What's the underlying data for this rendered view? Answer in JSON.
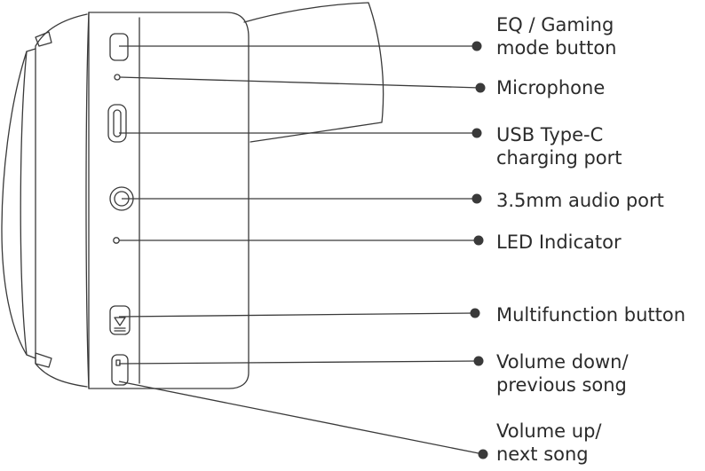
{
  "diagram": {
    "colors": {
      "stroke": "#3a3a3a",
      "text": "#2b2b2b",
      "background": "#ffffff"
    },
    "labels": [
      {
        "id": "eq-gaming",
        "lines": [
          "EQ / Gaming",
          "mode button"
        ]
      },
      {
        "id": "microphone",
        "lines": [
          "Microphone"
        ]
      },
      {
        "id": "usb-c",
        "lines": [
          "USB Type-C",
          "charging port"
        ]
      },
      {
        "id": "audio-port",
        "lines": [
          "3.5mm audio port"
        ]
      },
      {
        "id": "led",
        "lines": [
          "LED Indicator"
        ]
      },
      {
        "id": "multifunction",
        "lines": [
          "Multifunction button"
        ]
      },
      {
        "id": "vol-down",
        "lines": [
          "Volume down/",
          "previous song"
        ]
      },
      {
        "id": "vol-up",
        "lines": [
          "Volume up/",
          "next song"
        ]
      }
    ]
  }
}
